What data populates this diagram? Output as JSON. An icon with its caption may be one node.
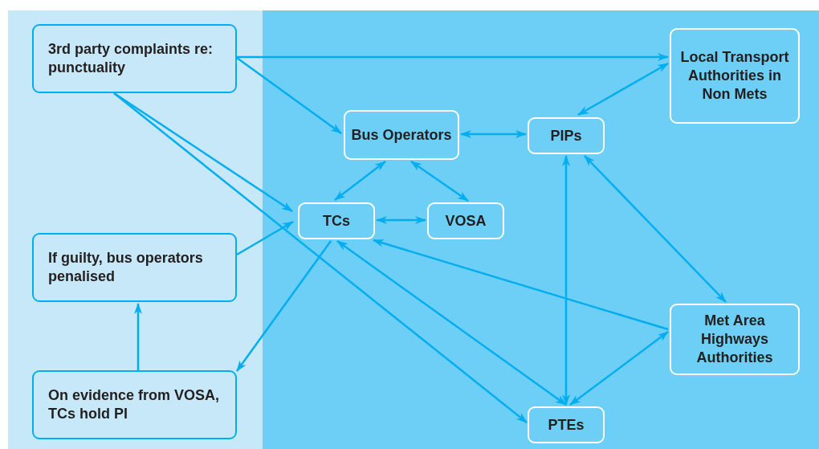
{
  "diagram": {
    "nodes": [
      {
        "text": [
          "3rd party complaints re: punctuality"
        ]
      },
      {
        "text": [
          "If guilty, bus operators penalised"
        ]
      },
      {
        "text": [
          "On evidence from VOSA, TCs hold PI"
        ]
      },
      {
        "text": [
          "Bus Operators"
        ]
      },
      {
        "text": [
          "PIPs"
        ]
      },
      {
        "text": [
          "Local Transport Authorities in Non Mets"
        ]
      },
      {
        "text": [
          "TCs"
        ]
      },
      {
        "text": [
          "VOSA"
        ]
      },
      {
        "text": [
          "Met Area Highways Authorities"
        ]
      },
      {
        "text": [
          "PTEs"
        ]
      }
    ],
    "edges": [
      {
        "from": 0,
        "to": 5,
        "arrow": "to"
      },
      {
        "from": 0,
        "to": 3,
        "arrow": "to"
      },
      {
        "from": 0,
        "to": 6,
        "arrow": "to"
      },
      {
        "from": 0,
        "to": 9,
        "arrow": "to"
      },
      {
        "from": 6,
        "to": 3,
        "arrow": "both"
      },
      {
        "from": 3,
        "to": 4,
        "arrow": "both"
      },
      {
        "from": 3,
        "to": 7,
        "arrow": "both"
      },
      {
        "from": 6,
        "to": 7,
        "arrow": "both"
      },
      {
        "from": 4,
        "to": 5,
        "arrow": "both"
      },
      {
        "from": 1,
        "to": 6,
        "arrow": "to"
      },
      {
        "from": 6,
        "to": 2,
        "arrow": "to"
      },
      {
        "from": 2,
        "to": 1,
        "arrow": "to"
      },
      {
        "from": 6,
        "to": 9,
        "arrow": "both"
      },
      {
        "from": 8,
        "to": 6,
        "arrow": "to"
      },
      {
        "from": 4,
        "to": 9,
        "arrow": "both"
      },
      {
        "from": 4,
        "to": 8,
        "arrow": "both"
      },
      {
        "from": 8,
        "to": 9,
        "arrow": "both"
      }
    ]
  }
}
